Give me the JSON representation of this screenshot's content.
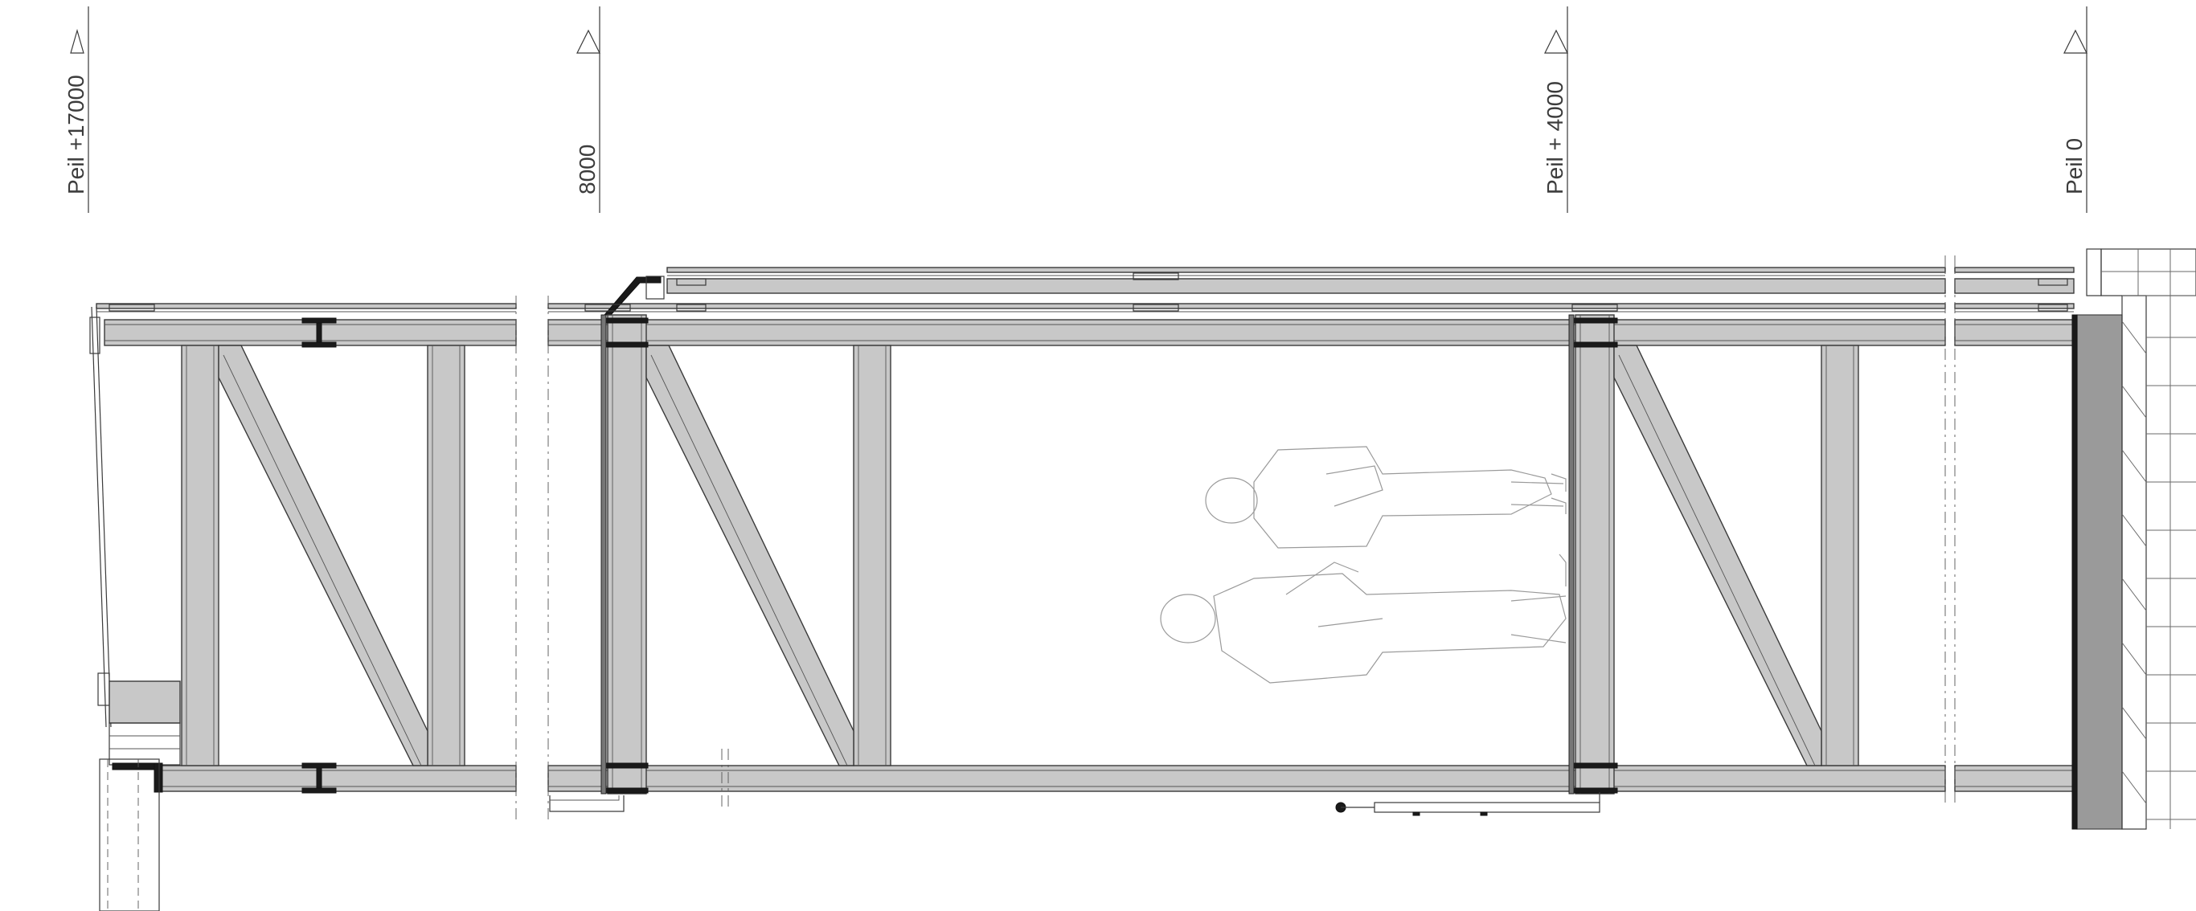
{
  "levels": [
    {
      "id": "level-17000",
      "label": "Peil +17000"
    },
    {
      "id": "level-8000",
      "label": "8000"
    },
    {
      "id": "level-4000",
      "label": "Peil + 4000"
    },
    {
      "id": "level-0",
      "label": "Peil 0"
    }
  ],
  "colors": {
    "steel_fill": "#c8c8c8",
    "line": "#3a3a3a",
    "concrete": "#9a9a9a",
    "figure_line": "#9a9a9a"
  }
}
